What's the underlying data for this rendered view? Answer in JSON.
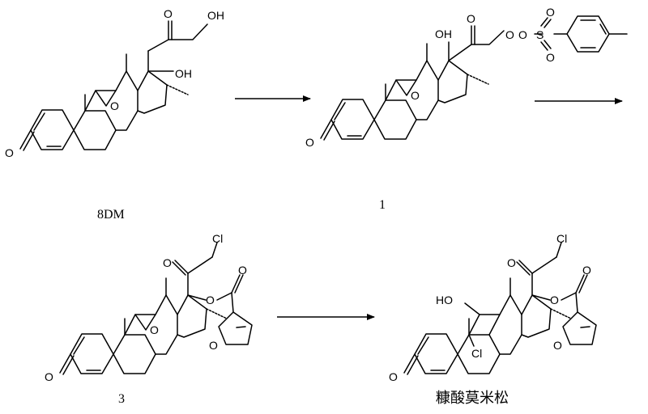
{
  "atoms": {
    "O": "O",
    "OH": "OH",
    "HO": "HO",
    "Cl": "Cl",
    "S": "S"
  },
  "compounds": [
    {
      "label": "8DM"
    },
    {
      "label": "1"
    },
    {
      "label": "3"
    },
    {
      "label": "糠酸莫米松"
    }
  ]
}
